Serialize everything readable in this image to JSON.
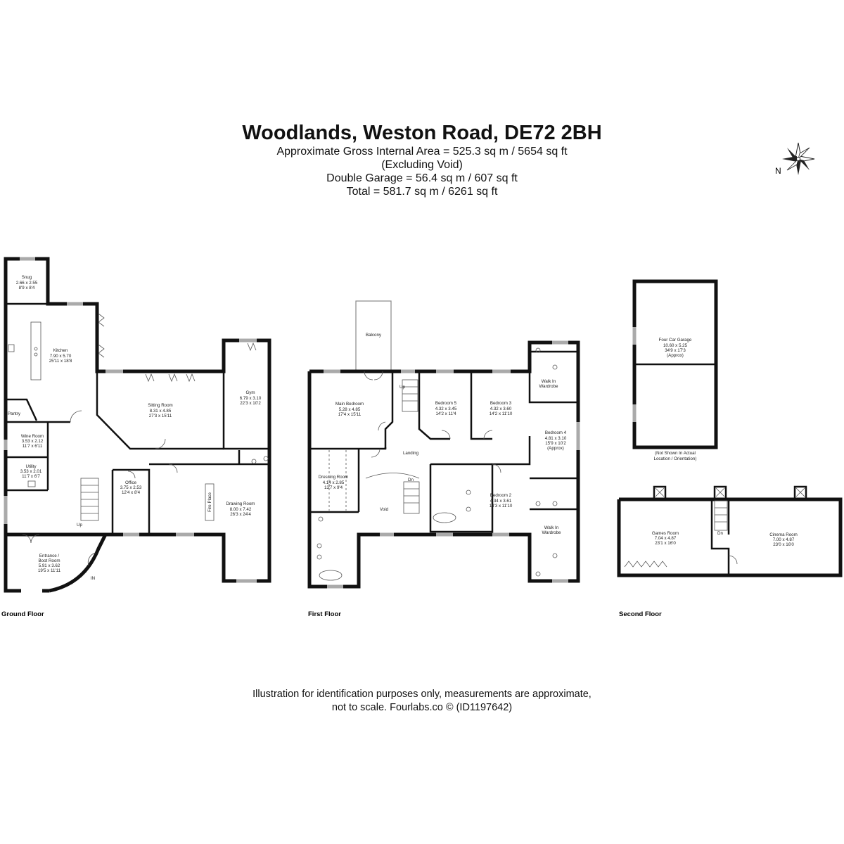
{
  "header": {
    "title": "Woodlands, Weston Road, DE72 2BH",
    "line1": "Approximate Gross Internal Area = 525.3 sq m / 5654 sq ft",
    "line2": "(Excluding Void)",
    "line3": "Double Garage = 56.4 sq m / 607 sq ft",
    "line4": "Total = 581.7 sq m / 6261 sq ft"
  },
  "compass": {
    "label": "N"
  },
  "floors": {
    "ground": "Ground Floor",
    "first": "First Floor",
    "second": "Second Floor"
  },
  "rooms": {
    "snug": {
      "name": "Snug",
      "metric": "2.66 x 2.55",
      "imperial": "8'9 x 8'4"
    },
    "kitchen": {
      "name": "Kitchen",
      "metric": "7.90 x 5.70",
      "imperial": "25'11 x 18'8"
    },
    "pantry": {
      "name": "Pantry"
    },
    "sitting": {
      "name": "Sitting Room",
      "metric": "8.31 x 4.85",
      "imperial": "27'3 x 15'11"
    },
    "gym": {
      "name": "Gym",
      "metric": "6.79 x 3.10",
      "imperial": "22'3 x 10'2"
    },
    "wine": {
      "name": "Wine Room",
      "metric": "3.53 x 2.12",
      "imperial": "11'7 x 6'11"
    },
    "utility": {
      "name": "Utility",
      "metric": "3.53 x 2.01",
      "imperial": "11'7 x 6'7"
    },
    "office": {
      "name": "Office",
      "metric": "3.75 x 2.53",
      "imperial": "12'4 x 8'4"
    },
    "drawing": {
      "name": "Drawing Room",
      "metric": "8.00 x 7.42",
      "imperial": "26'3 x 24'4"
    },
    "fireplace": {
      "name": "Fire Place"
    },
    "entrance": {
      "name": "Entrance /",
      "name2": "Boot Room",
      "metric": "5.91 x 3.62",
      "imperial": "19'5 x 11'11"
    },
    "up_ground": {
      "name": "Up"
    },
    "in": {
      "name": "IN"
    },
    "balcony": {
      "name": "Balcony"
    },
    "main_bed": {
      "name": "Main Bedroom",
      "metric": "5.28 x 4.85",
      "imperial": "17'4 x 15'11"
    },
    "bed5": {
      "name": "Bedroom 5",
      "metric": "4.32 x 3.45",
      "imperial": "14'2 x 11'4"
    },
    "bed3": {
      "name": "Bedroom 3",
      "metric": "4.32 x 3.60",
      "imperial": "14'2 x 11'10"
    },
    "walkin1": {
      "name": "Walk In",
      "name2": "Wardrobe"
    },
    "bed4": {
      "name": "Bedroom 4",
      "metric": "4.81 x 3.10",
      "imperial": "15'9 x 10'2",
      "note": "(Approx)"
    },
    "landing": {
      "name": "Landing"
    },
    "up_first": {
      "name": "Up"
    },
    "dn_first": {
      "name": "Dn"
    },
    "dressing": {
      "name": "Dressing Room",
      "metric": "4.14 x 2.85",
      "imperial": "13'7 x 9'4"
    },
    "void": {
      "name": "Void"
    },
    "bed2": {
      "name": "Bedroom 2",
      "metric": "4.34 x 3.61",
      "imperial": "14'3 x 11'10"
    },
    "walkin2": {
      "name": "Walk In",
      "name2": "Wardrobe"
    },
    "garage": {
      "name": "Four Car Garage",
      "metric": "10.60 x 5.25",
      "imperial": "34'9 x 17'3",
      "note": "(Approx)"
    },
    "garage_note": {
      "line1": "(Not Shown In Actual",
      "line2": "Location / Orientation)"
    },
    "games": {
      "name": "Games Room",
      "metric": "7.04 x 4.87",
      "imperial": "23'1 x 16'0"
    },
    "cinema": {
      "name": "Cinema Room",
      "metric": "7.00 x 4.87",
      "imperial": "23'0 x 16'0"
    },
    "dn_second": {
      "name": "Dn"
    }
  },
  "footer": {
    "line1": "Illustration for identification purposes only, measurements are approximate,",
    "line2": "not to scale. Fourlabs.co © (ID1197642)"
  }
}
